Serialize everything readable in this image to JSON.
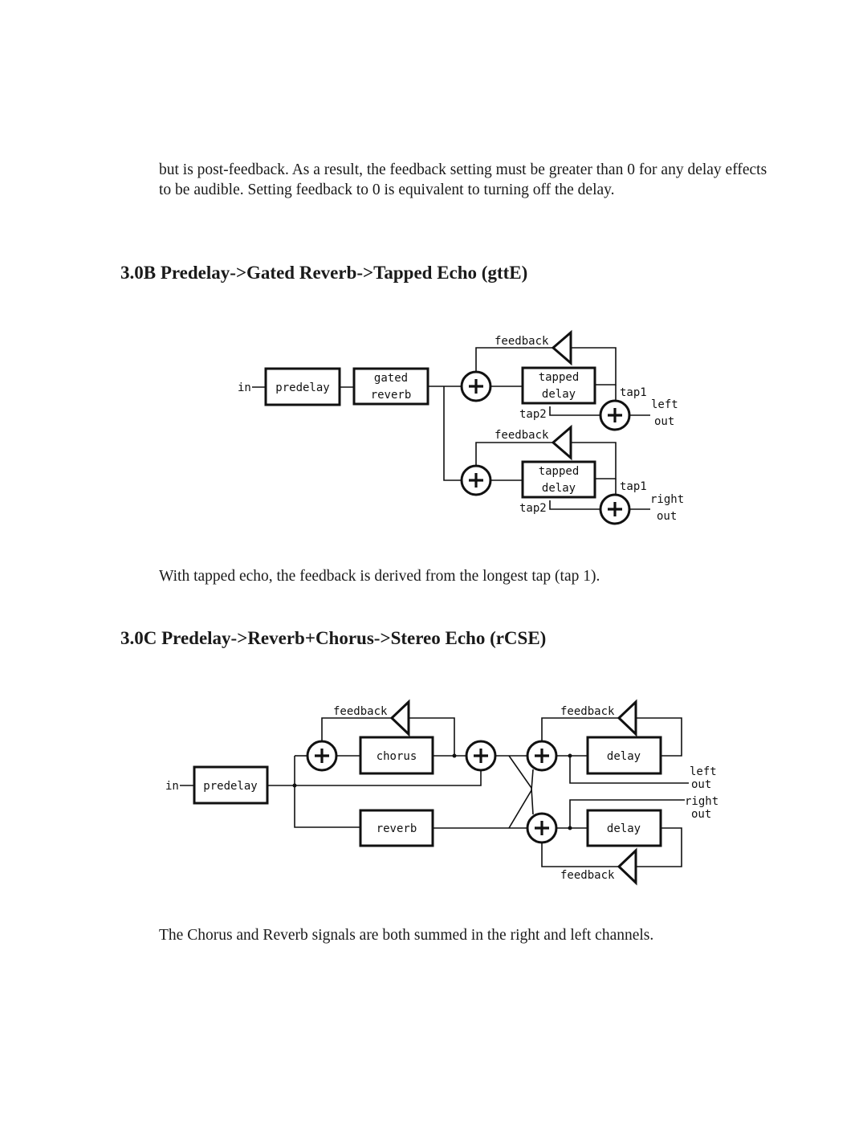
{
  "intro_paragraph": "but is post-feedback. As a result, the feedback setting must be greater than 0 for any delay effects to be audible. Setting feedback to 0 is equivalent to turning off the delay.",
  "section_b": {
    "heading": "3.0B Predelay->Gated Reverb->Tapped Echo (gttE)",
    "diagram": {
      "in": "in",
      "predelay": "predelay",
      "gated_line1": "gated",
      "gated_line2": "reverb",
      "feedback_top": "feedback",
      "feedback_bottom": "feedback",
      "tapped_top_line1": "tapped",
      "tapped_top_line2": "delay",
      "tapped_bottom_line1": "tapped",
      "tapped_bottom_line2": "delay",
      "tap1_top": "tap1",
      "tap2_top": "tap2",
      "tap1_bottom": "tap1",
      "tap2_bottom": "tap2",
      "left": "left",
      "left_out": "out",
      "right": "right",
      "right_out": "out"
    },
    "caption": "With tapped echo, the feedback is derived from the longest tap (tap 1)."
  },
  "section_c": {
    "heading": "3.0C Predelay->Reverb+Chorus->Stereo Echo (rCSE)",
    "diagram": {
      "in": "in",
      "predelay": "predelay",
      "feedback_chorus": "feedback",
      "chorus": "chorus",
      "reverb": "reverb",
      "feedback_delay_top": "feedback",
      "delay_top": "delay",
      "delay_bottom": "delay",
      "feedback_delay_bottom": "feedback",
      "left": "left",
      "left_out": "out",
      "right": "right",
      "right_out": "out"
    },
    "caption": "The Chorus and Reverb signals are both summed in the right and left channels."
  }
}
